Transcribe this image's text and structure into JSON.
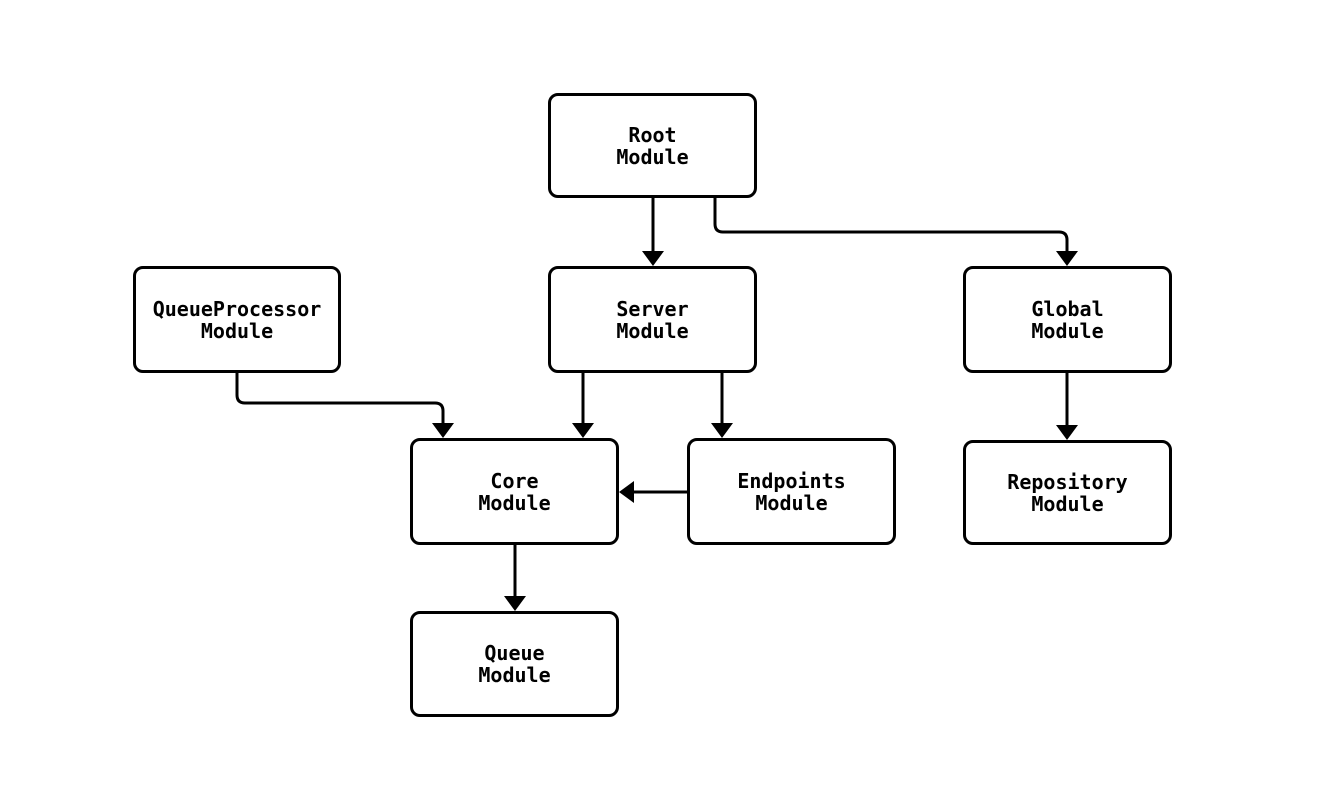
{
  "diagram": {
    "type": "flowchart",
    "background_color": "#ffffff",
    "stroke_color": "#000000",
    "text_color": "#000000",
    "nodes": {
      "root": {
        "line1": "Root",
        "line2": "Module"
      },
      "queueprocessor": {
        "line1": "QueueProcessor",
        "line2": "Module"
      },
      "server": {
        "line1": "Server",
        "line2": "Module"
      },
      "global": {
        "line1": "Global",
        "line2": "Module"
      },
      "core": {
        "line1": "Core",
        "line2": "Module"
      },
      "endpoints": {
        "line1": "Endpoints",
        "line2": "Module"
      },
      "repository": {
        "line1": "Repository",
        "line2": "Module"
      },
      "queue": {
        "line1": "Queue",
        "line2": "Module"
      }
    },
    "edges": [
      {
        "from": "Root Module",
        "to": "Server Module"
      },
      {
        "from": "Root Module",
        "to": "Global Module"
      },
      {
        "from": "QueueProcessor Module",
        "to": "Core Module"
      },
      {
        "from": "Server Module",
        "to": "Core Module"
      },
      {
        "from": "Server Module",
        "to": "Endpoints Module"
      },
      {
        "from": "Endpoints Module",
        "to": "Core Module"
      },
      {
        "from": "Global Module",
        "to": "Repository Module"
      },
      {
        "from": "Core Module",
        "to": "Queue Module"
      }
    ]
  }
}
